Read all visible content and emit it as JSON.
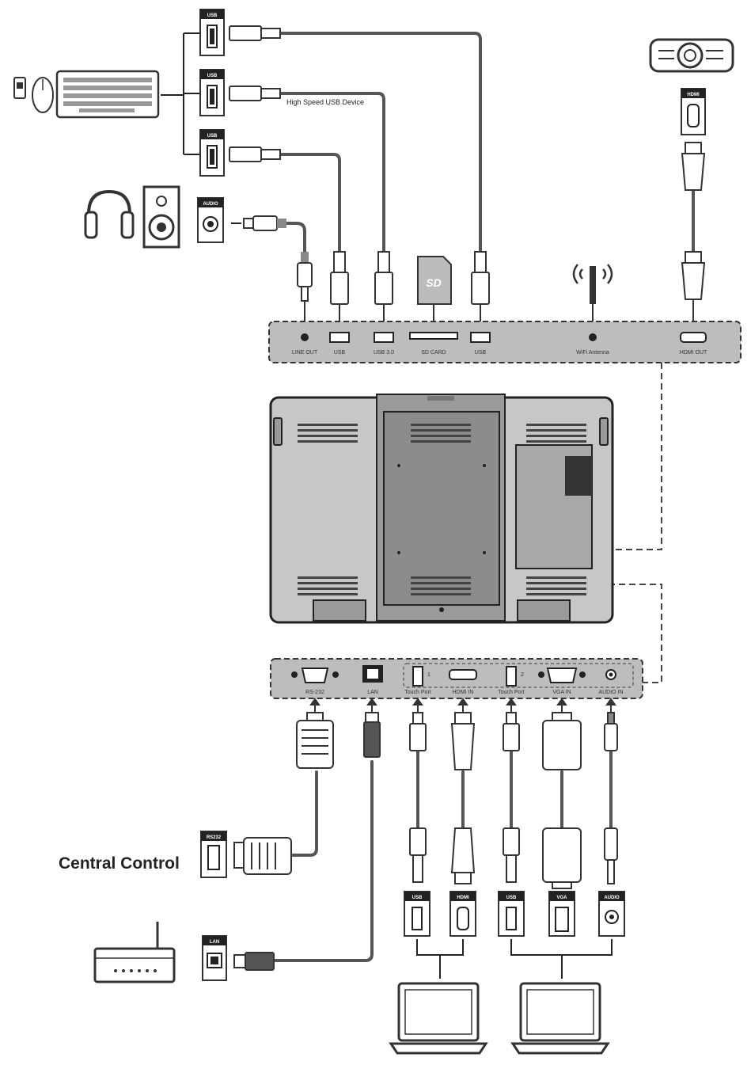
{
  "top_panel": {
    "ports": [
      {
        "label": "LINE OUT"
      },
      {
        "label": "USB"
      },
      {
        "label": "USB 3.0"
      },
      {
        "label": "SD CARD"
      },
      {
        "label": "USB"
      },
      {
        "label": "WiFi Antenna"
      },
      {
        "label": "HDMI OUT"
      }
    ]
  },
  "bottom_panel": {
    "ports": [
      {
        "label": "RS-232"
      },
      {
        "label": "LAN"
      },
      {
        "label": "Touch Port"
      },
      {
        "label": "HDMI IN"
      },
      {
        "label": "Touch Port"
      },
      {
        "label": "VGA IN"
      },
      {
        "label": "AUDIO IN"
      }
    ],
    "group_numbers": [
      "1",
      "2"
    ]
  },
  "device_tags": {
    "usb": "USB",
    "audio": "AUDIO",
    "hdmi": "HDMI",
    "rs232": "RS232",
    "lan": "LAN",
    "vga": "VGA"
  },
  "annotations": {
    "high_speed_usb": "High Speed USB Device",
    "sd_logo": "SD",
    "central_control": "Central Control"
  }
}
